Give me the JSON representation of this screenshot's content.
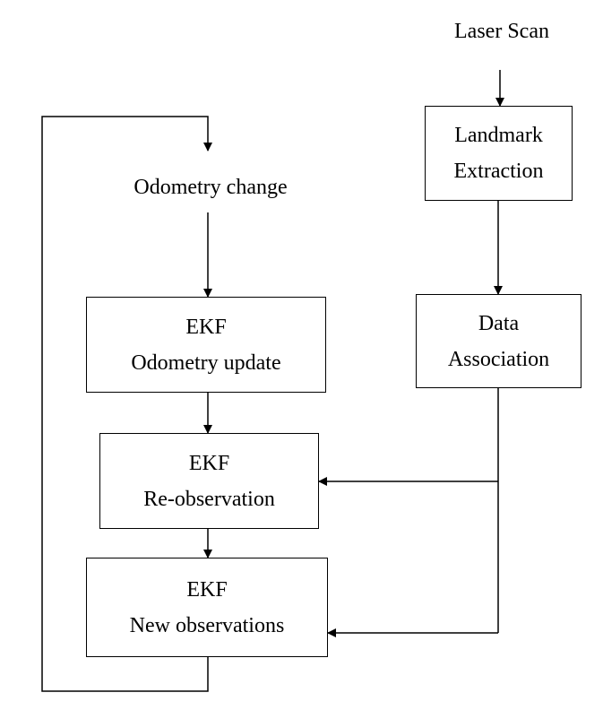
{
  "inputs": {
    "laser_scan": "Laser Scan",
    "odometry_change": "Odometry change"
  },
  "nodes": {
    "landmark_extraction": {
      "line1": "Landmark",
      "line2": "Extraction"
    },
    "data_association": {
      "line1": "Data",
      "line2": "Association"
    },
    "ekf_odometry_update": {
      "line1": "EKF",
      "line2": "Odometry update"
    },
    "ekf_reobservation": {
      "line1": "EKF",
      "line2": "Re-observation"
    },
    "ekf_new_observations": {
      "line1": "EKF",
      "line2": "New observations"
    }
  }
}
